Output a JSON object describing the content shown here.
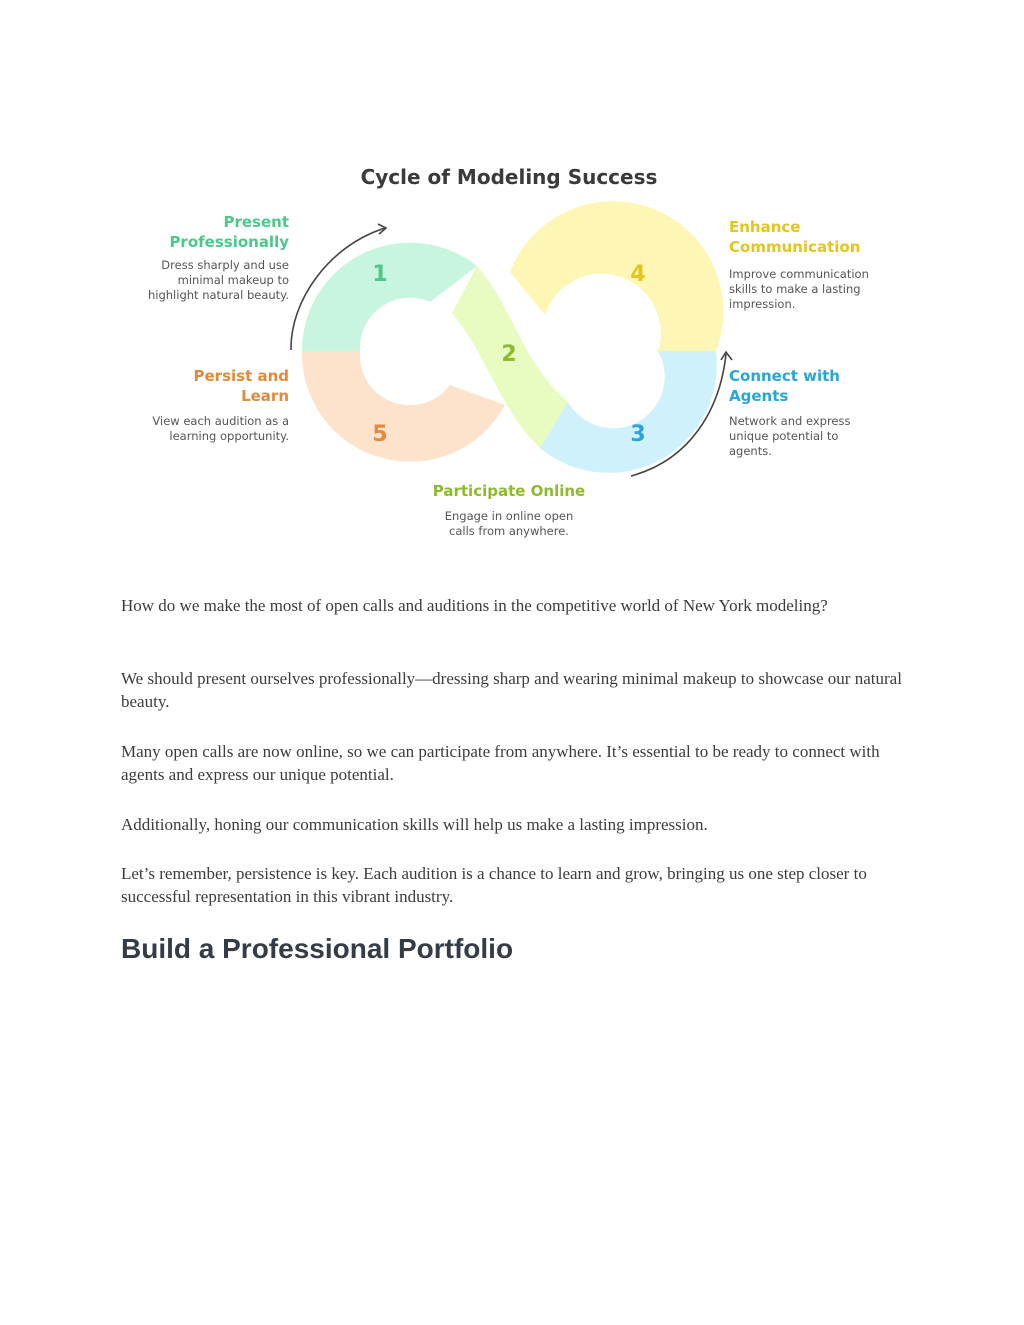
{
  "diagram": {
    "title": "Cycle of Modeling Success",
    "steps": [
      {
        "number": "1",
        "title": "Present Professionally",
        "desc": "Dress sharply and use minimal makeup to highlight natural beauty.",
        "fill": "#c8f5df",
        "color": "#4cc98a"
      },
      {
        "number": "2",
        "title": "Participate Online",
        "desc": "Engage in online open calls from anywhere.",
        "fill": "#e8fbc0",
        "color": "#8dbb2c"
      },
      {
        "number": "3",
        "title": "Connect with Agents",
        "desc": "Network and express unique potential to agents.",
        "fill": "#cff1fb",
        "color": "#2aa6d4"
      },
      {
        "number": "4",
        "title": "Enhance Communication",
        "desc": "Improve communication skills to make a lasting impression.",
        "fill": "#fdf6b5",
        "color": "#e3c51c"
      },
      {
        "number": "5",
        "title": "Persist and Learn",
        "desc": "View each audition as a learning opportunity.",
        "fill": "#fde2cc",
        "color": "#e08a3a"
      }
    ]
  },
  "paragraphs": [
    "How do we make the most of open calls and auditions in the competitive world of New York modeling?",
    "We should present ourselves professionally—dressing sharp and wearing minimal makeup to showcase our natural beauty.",
    "Many open calls are now online, so we can participate from anywhere. It’s essential to be ready to connect with agents and express our unique potential.",
    "Additionally, honing our communication skills will help us make a lasting impression.",
    "Let’s remember, persistence is key. Each audition is a chance to learn and grow, bringing us one step closer to successful representation in this vibrant industry."
  ],
  "heading": "Build a Professional Portfolio"
}
